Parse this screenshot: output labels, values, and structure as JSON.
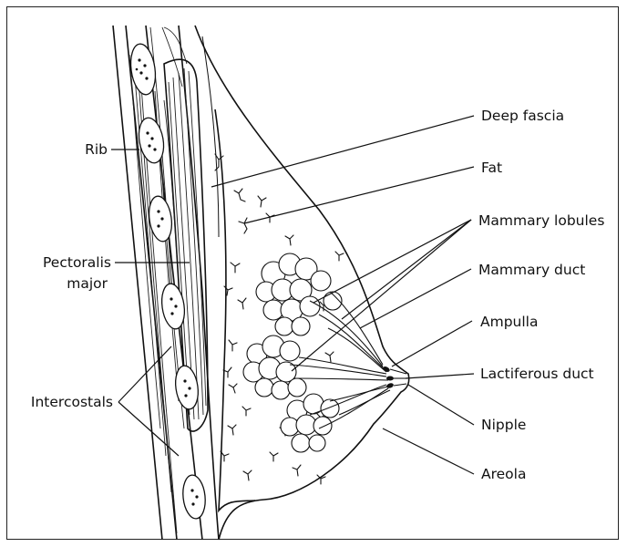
{
  "labels": {
    "deep_fascia": "Deep fascia",
    "fat": "Fat",
    "mammary_lobules": "Mammary lobules",
    "mammary_duct": "Mammary duct",
    "ampulla": "Ampulla",
    "lactiferous_duct": "Lactiferous duct",
    "nipple": "Nipple",
    "areola": "Areola",
    "rib": "Rib",
    "pectoralis_line1": "Pectoralis",
    "pectoralis_line2": "major",
    "intercostals": "Intercostals"
  }
}
